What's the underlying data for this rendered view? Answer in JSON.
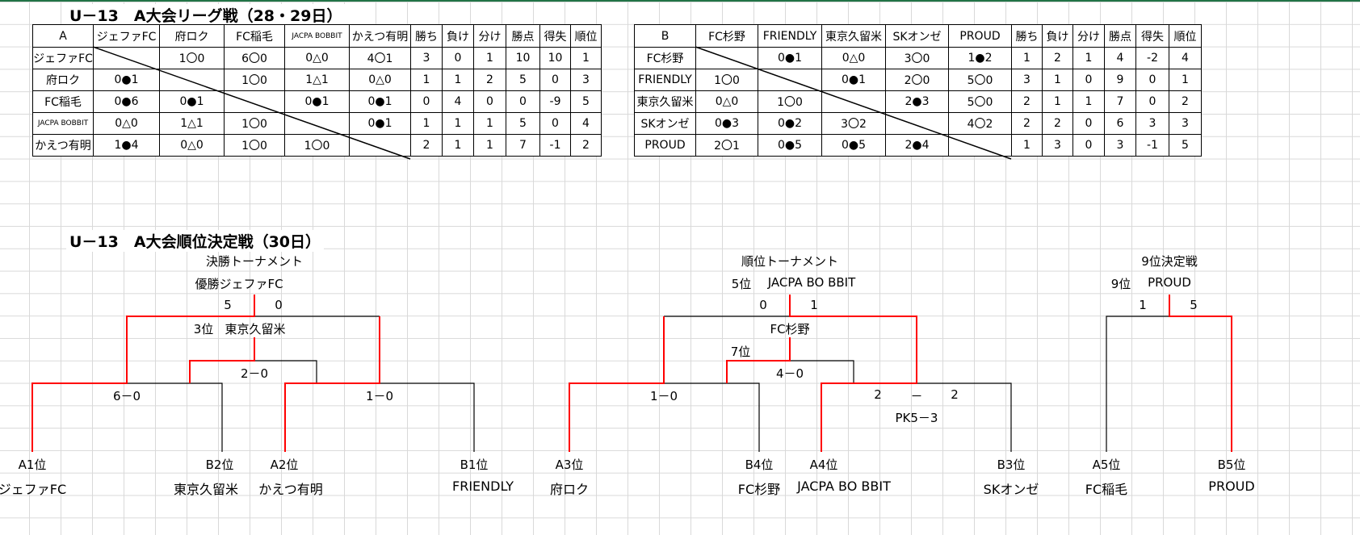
{
  "league_title": "U－13　A大会リーグ戦（28・29日）",
  "tables": [
    {
      "headers": [
        "A",
        "ジェファFC",
        "府ロク",
        "FC稲毛",
        "JACPA BOBBIT",
        "かえつ有明",
        "勝ち",
        "負け",
        "分け",
        "勝点",
        "得失",
        "順位"
      ],
      "rows": [
        [
          "ジェファFC",
          "",
          "1〇0",
          "6〇0",
          "0△0",
          "4〇1",
          "3",
          "0",
          "1",
          "10",
          "10",
          "1"
        ],
        [
          "府ロク",
          "0●1",
          "",
          "1〇0",
          "1△1",
          "0△0",
          "1",
          "1",
          "2",
          "5",
          "0",
          "3"
        ],
        [
          "FC稲毛",
          "0●6",
          "0●1",
          "",
          "0●1",
          "0●1",
          "0",
          "4",
          "0",
          "0",
          "-9",
          "5"
        ],
        [
          "JACPA BOBBIT",
          "0△0",
          "1△1",
          "1〇0",
          "",
          "0●1",
          "1",
          "1",
          "1",
          "5",
          "0",
          "4"
        ],
        [
          "かえつ有明",
          "1●4",
          "0△0",
          "1〇0",
          "1〇0",
          "",
          "2",
          "1",
          "1",
          "7",
          "-1",
          "2"
        ]
      ]
    },
    {
      "headers": [
        "B",
        "FC杉野",
        "FRIENDLY",
        "東京久留米",
        "SKオンゼ",
        "PROUD",
        "勝ち",
        "負け",
        "分け",
        "勝点",
        "得失",
        "順位"
      ],
      "rows": [
        [
          "FC杉野",
          "",
          "0●1",
          "0△0",
          "3〇0",
          "1●2",
          "1",
          "2",
          "1",
          "4",
          "-2",
          "4"
        ],
        [
          "FRIENDLY",
          "1〇0",
          "",
          "0●1",
          "2〇0",
          "5〇0",
          "3",
          "1",
          "0",
          "9",
          "0",
          "1"
        ],
        [
          "東京久留米",
          "0△0",
          "1〇0",
          "",
          "2●3",
          "5〇0",
          "2",
          "1",
          "1",
          "7",
          "0",
          "2"
        ],
        [
          "SKオンゼ",
          "0●3",
          "0●2",
          "3〇2",
          "",
          "4〇2",
          "2",
          "2",
          "0",
          "6",
          "3",
          "3"
        ],
        [
          "PROUD",
          "2〇1",
          "0●5",
          "0●5",
          "2●4",
          "",
          "1",
          "3",
          "0",
          "3",
          "-1",
          "5"
        ]
      ]
    }
  ],
  "placement_title": "U－13　A大会順位決定戦（30日）",
  "final": {
    "heading": "決勝トーナメント",
    "champion": "優勝ジェファFC",
    "final_score_left": "5",
    "final_score_right": "0",
    "third_rank": "3位",
    "third_team": "東京久留米",
    "third_score": "2－0",
    "semi1_score": "6－0",
    "semi2_score": "1－0",
    "seeds": [
      "A1位",
      "B2位",
      "A2位",
      "B1位"
    ],
    "teams": [
      "ジェファFC",
      "東京久留米",
      "かえつ有明",
      "FRIENDLY"
    ]
  },
  "ranking": {
    "heading": "順位トーナメント",
    "fifth_rank": "5位",
    "fifth_team": "JACPA BO BBIT",
    "top_score_left": "0",
    "top_score_right": "1",
    "sixth_team": "FC杉野",
    "seventh_rank": "7位",
    "seventh_score": "4－0",
    "semi1_score": "1－0",
    "semi2_left": "2",
    "semi2_dash": "－",
    "semi2_right": "2",
    "semi2_pk": "PK5－3",
    "seeds": [
      "A3位",
      "B4位",
      "A4位",
      "B3位"
    ],
    "teams": [
      "府ロク",
      "FC杉野",
      "JACPA BO BBIT",
      "SKオンゼ"
    ]
  },
  "ninth": {
    "heading": "9位決定戦",
    "rank": "9位",
    "team": "PROUD",
    "score_left": "1",
    "score_right": "5",
    "seeds": [
      "A5位",
      "B5位"
    ],
    "teams": [
      "FC稲毛",
      "PROUD"
    ]
  },
  "colors": {
    "winner_line": "#ff0000",
    "grid": "#d9d9d9",
    "selection": "#217346"
  }
}
